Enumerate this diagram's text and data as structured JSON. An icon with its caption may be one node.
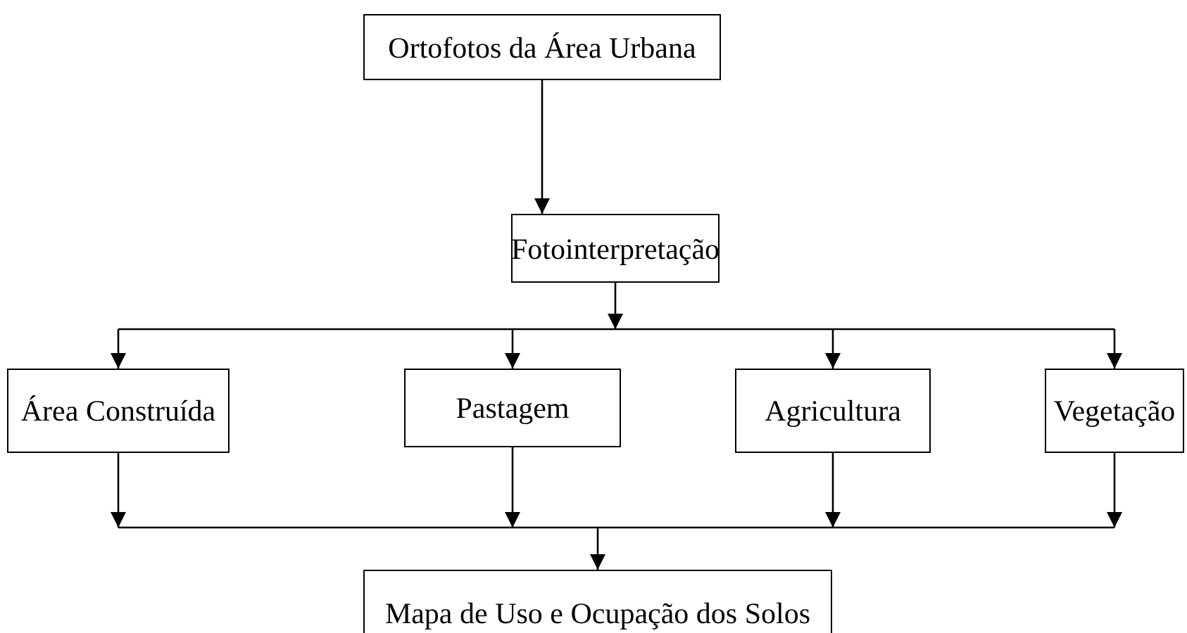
{
  "diagram": {
    "nodes": [
      {
        "text": [
          "Ortofotos da Área Urbana"
        ]
      },
      {
        "text": [
          "Fotointerpretação"
        ]
      },
      {
        "text": [
          "Área Construída"
        ]
      },
      {
        "text": [
          "Pastagem"
        ]
      },
      {
        "text": [
          "Agricultura"
        ]
      },
      {
        "text": [
          "Vegetação"
        ]
      },
      {
        "text": [
          "Mapa de Uso e Ocupação dos Solos"
        ]
      }
    ],
    "edges": [
      {
        "from": 0,
        "to": 1,
        "arrow": "to"
      },
      {
        "from": 1,
        "to": 2,
        "arrow": "to"
      },
      {
        "from": 1,
        "to": 3,
        "arrow": "to"
      },
      {
        "from": 1,
        "to": 4,
        "arrow": "to"
      },
      {
        "from": 1,
        "to": 5,
        "arrow": "to"
      },
      {
        "from": 2,
        "to": 6,
        "arrow": "to"
      },
      {
        "from": 3,
        "to": 6,
        "arrow": "to"
      },
      {
        "from": 4,
        "to": 6,
        "arrow": "to"
      },
      {
        "from": 5,
        "to": 6,
        "arrow": "to"
      }
    ]
  }
}
